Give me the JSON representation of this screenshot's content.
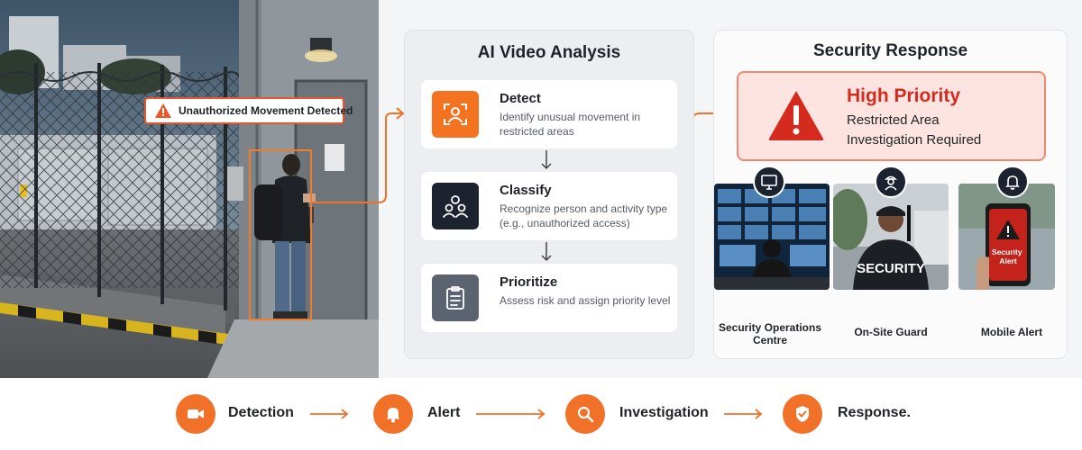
{
  "photo": {
    "alert_label": "Unauthorized Movement Detected",
    "thumb_security_text": "SECURITY"
  },
  "analysis": {
    "title": "AI Video Analysis",
    "steps": [
      {
        "title": "Detect",
        "description": "Identify unusual movement in restricted areas",
        "icon": "scan-face-icon",
        "color": "#f47321"
      },
      {
        "title": "Classify",
        "description": "Recognize person and activity type (e.g., unauthorized access)",
        "icon": "people-group-icon",
        "color": "#1c2230"
      },
      {
        "title": "Prioritize",
        "description": "Assess risk and assign priority level",
        "icon": "clipboard-list-icon",
        "color": "#5c6370"
      }
    ]
  },
  "response": {
    "title": "Security Response",
    "priority": {
      "title": "High Priority",
      "line1": "Restricted Area",
      "line2": "Investigation Required",
      "icon": "warning-triangle-icon"
    },
    "channels": [
      {
        "label": "Security Operations Centre",
        "icon": "monitor-icon"
      },
      {
        "label": "On-Site Guard",
        "icon": "guard-icon",
        "thumb_text": "SECURITY"
      },
      {
        "label": "Mobile Alert",
        "icon": "bell-icon",
        "thumb_text": "Security Alert"
      }
    ]
  },
  "flow": {
    "steps": [
      {
        "label": "Detection",
        "icon": "video-camera-icon"
      },
      {
        "label": "Alert",
        "icon": "bell-icon"
      },
      {
        "label": "Investigation",
        "icon": "magnifier-icon"
      },
      {
        "label": "Response.",
        "icon": "shield-check-icon"
      }
    ]
  },
  "colors": {
    "accent_orange": "#f07127",
    "alert_red": "#d42b1e",
    "dark_navy": "#1c2230"
  }
}
